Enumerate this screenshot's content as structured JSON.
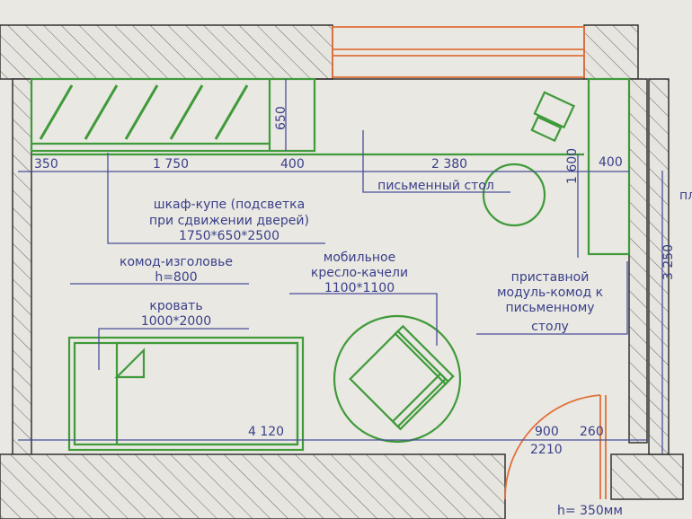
{
  "dimensions": {
    "d350": "350",
    "d1750": "1 750",
    "d400_top": "400",
    "d650": "650",
    "d2380": "2 380",
    "d1600": "1 600",
    "d400_right": "400",
    "d3250": "3 250",
    "d4120": "4 120",
    "d900": "900",
    "d2210": "2210",
    "d260": "260"
  },
  "labels": {
    "wardrobe": [
      "шкаф-купе (подсветка",
      "при сдвижении дверей)",
      "1750*650*2500"
    ],
    "headboard": [
      "комод-изголовье",
      "h=800"
    ],
    "bed": [
      "кровать",
      "1000*2000"
    ],
    "chair": [
      "мобильное",
      "кресло-качели",
      "1100*1100"
    ],
    "desk": "письменный стол",
    "module": [
      "приставной",
      "модуль-комод к",
      "письменному",
      "столу"
    ],
    "right_room_partial": "пл",
    "bottom_note": "h= 350мм"
  },
  "colors": {
    "furniture": "#3f9a3a",
    "dimension": "#3a3f8a",
    "window_door": "#e0703a"
  }
}
